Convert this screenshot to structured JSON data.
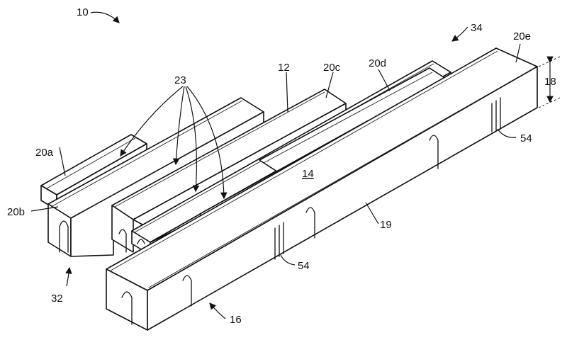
{
  "figure": {
    "labels": {
      "assembly": "10",
      "ref_12": "12",
      "ref_14": "14",
      "ref_16": "16",
      "ref_18": "18",
      "ref_19": "19",
      "ref_20a": "20a",
      "ref_20b": "20b",
      "ref_20c": "20c",
      "ref_20d": "20d",
      "ref_20e": "20e",
      "ref_23": "23",
      "ref_32": "32",
      "ref_34": "34",
      "ref_54_right": "54",
      "ref_54_bottom": "54"
    }
  }
}
